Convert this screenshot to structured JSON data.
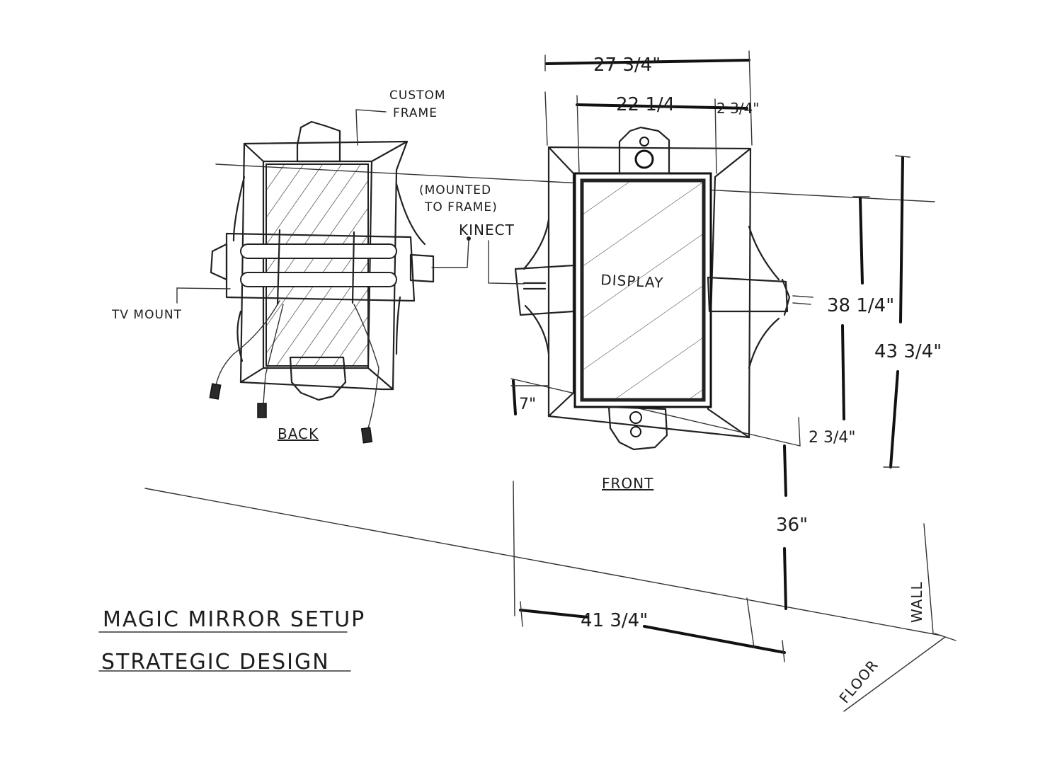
{
  "labels": {
    "custom_frame_1": "CUSTOM",
    "custom_frame_2": "FRAME",
    "mounted_1": "(MOUNTED",
    "mounted_2": "TO FRAME)",
    "kinect": "KINECT",
    "tv_mount": "TV MOUNT",
    "display": "DISPLAY",
    "back": "BACK",
    "front": "FRONT",
    "wall": "WALL",
    "floor": "FLOOR"
  },
  "dimensions": {
    "overall_width": "27 3/4\"",
    "inner_width": "22 1/4",
    "side_border": "2 3/4\"",
    "inner_height": "38 1/4\"",
    "overall_height": "43 3/4\"",
    "bottom_border": "2 3/4\"",
    "depth": "7\"",
    "floor_height": "36\"",
    "wall_distance": "41 3/4\""
  },
  "title": {
    "line1": "MAGIC MIRROR SETUP",
    "line2": "STRATEGIC DESIGN"
  }
}
